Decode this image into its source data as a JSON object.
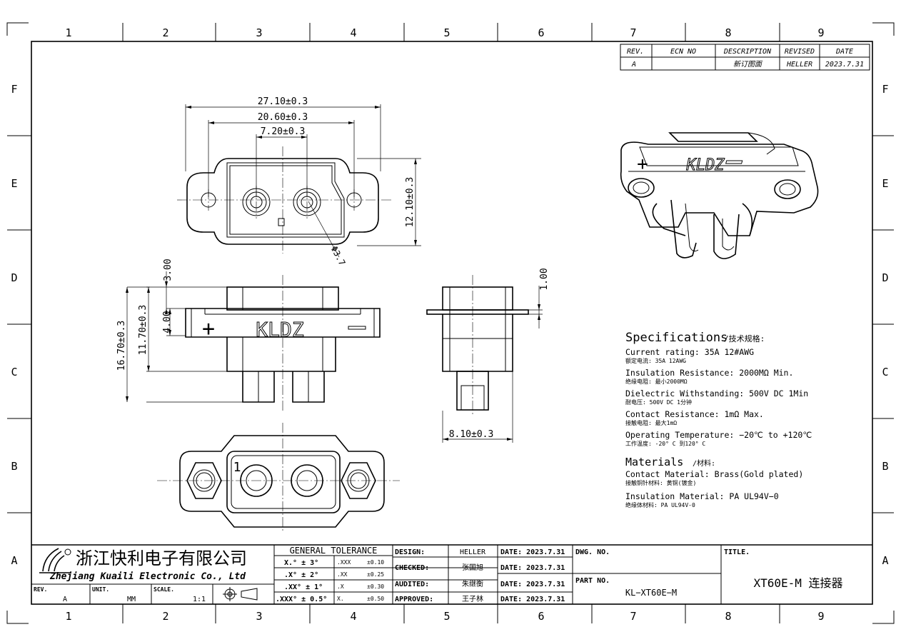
{
  "border": {
    "columns": [
      "1",
      "2",
      "3",
      "4",
      "5",
      "6",
      "7",
      "8",
      "9"
    ],
    "rows": [
      "F",
      "E",
      "D",
      "C",
      "B",
      "A"
    ]
  },
  "revision_table": {
    "headers": [
      "REV.",
      "ECN NO",
      "DESCRIPTION",
      "REVISED",
      "DATE"
    ],
    "rows": [
      [
        "A",
        "",
        "新订图面",
        "HELLER",
        "2023.7.31"
      ]
    ]
  },
  "top_view": {
    "dim_overall": "27.10±0.3",
    "dim_holes": "20.60±0.3",
    "dim_pins": "7.20±0.3",
    "dim_height": "12.10±0.3",
    "dim_pin_dia": "Φ3.7"
  },
  "front_view": {
    "brand": "KLDZ",
    "plus_sign": "+",
    "minus_sign": "−",
    "dim_a": "3.00",
    "dim_b": "4.00",
    "dim_c": "11.70±0.3",
    "dim_d": "16.70±0.3"
  },
  "side_view": {
    "dim_flange": "1.00",
    "dim_width": "8.10±0.3"
  },
  "bottom_view": {
    "pin_mark": "1"
  },
  "iso_view": {
    "brand": "KLDZ",
    "plus_sign": "+",
    "minus_sign": "−"
  },
  "specifications": {
    "title": "Specifications",
    "title_cn": "/技术规格:",
    "items": [
      {
        "en": "Current rating: 35A   12#AWG",
        "cn": "额定电流: 35A  12AWG"
      },
      {
        "en": "Insulation Resistance:  2000MΩ Min.",
        "cn": "绝缘电阻: 最小2000MΩ"
      },
      {
        "en": "Dielectric Withstanding:  500V DC   1Min",
        "cn": "耐电压: 500V DC  1分钟"
      },
      {
        "en": "Contact Resistance:  1mΩ Max.",
        "cn": "接触电阻: 最大1mΩ"
      },
      {
        "en": "Operating Temperature: −20℃  to  +120℃",
        "cn": "工作温度: -20° C 到120° C"
      }
    ],
    "materials_title": "Materials",
    "materials_title_cn": "/材料:",
    "materials": [
      {
        "en": "Contact Material:  Brass(Gold plated)",
        "cn": "接触铜针材料: 黄铜(镀金)"
      },
      {
        "en": "Insulation Material:  PA  UL94V−0",
        "cn": "绝缘体材料:  PA UL94V-0"
      }
    ]
  },
  "title_block": {
    "company_cn": "浙江快利电子有限公司",
    "company_en": "Zhejiang  Kuaili  Electronic  Co.,  Ltd",
    "rev_label": "REV.",
    "rev_value": "A",
    "unit_label": "UNIT.",
    "unit_value": "MM",
    "scale_label": "SCALE.",
    "scale_value": "1:1",
    "tolerance_title": "GENERAL  TOLERANCE",
    "tolerances": [
      {
        "label": "X.° ± 3°",
        "fmt": ".XXX",
        "val": "±0.10"
      },
      {
        "label": ".X° ± 2°",
        "fmt": ".XX",
        "val": "±0.25"
      },
      {
        "label": ".XX° ± 1°",
        "fmt": ".X",
        "val": "±0.30"
      },
      {
        "label": ".XXX° ± 0.5°",
        "fmt": "X.",
        "val": "±0.50"
      }
    ],
    "approvals": [
      {
        "role": "DESIGN:",
        "name": "HELLER",
        "date": "DATE:  2023.7.31"
      },
      {
        "role": "CHECKED:",
        "name": "张国旭",
        "date": "DATE:  2023.7.31"
      },
      {
        "role": "AUDITED:",
        "name": "朱继衡",
        "date": "DATE:  2023.7.31"
      },
      {
        "role": "APPROVED:",
        "name": "王子林",
        "date": "DATE:  2023.7.31"
      }
    ],
    "dwg_no_label": "DWG. NO.",
    "part_no_label": "PART NO.",
    "part_no_value": "KL−XT60E−M",
    "title_label": "TITLE.",
    "title_value": "XT60E-M 连接器"
  }
}
